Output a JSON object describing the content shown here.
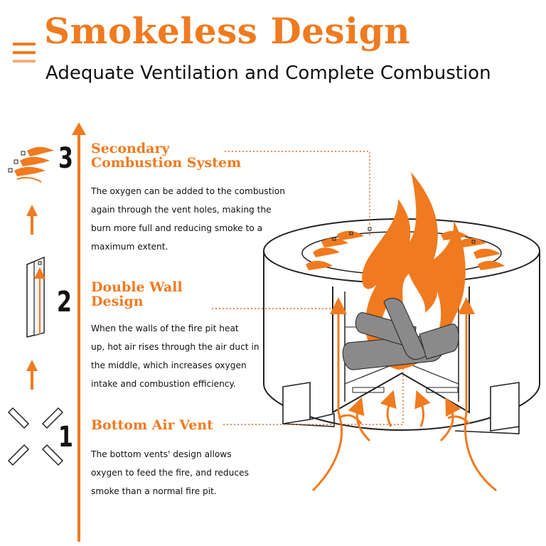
{
  "colors": {
    "accent": "#f07a1f",
    "outline": "#222222",
    "log": "#8a8a8a"
  },
  "header": {
    "title": "Smokeless Design",
    "subtitle": "Adequate Ventilation and Complete Combustion",
    "menu_icon": "menu-lines-icon"
  },
  "features": [
    {
      "number": "3",
      "heading_line1": "Secondary",
      "heading_line2": "Combustion System",
      "desc_lines": [
        "The oxygen can be added to the combustion",
        "again through the vent holes, making the",
        "burn more full and reducing smoke to a",
        "maximum extent."
      ],
      "icon": "flame-vents-icon"
    },
    {
      "number": "2",
      "heading_line1": "Double Wall",
      "heading_line2": "Design",
      "desc_lines": [
        "When the walls of the fire pit heat",
        "up, hot air rises through the air duct in",
        "the middle, which increases oxygen",
        "intake and combustion efficiency."
      ],
      "icon": "double-wall-panel-icon"
    },
    {
      "number": "1",
      "heading_line1": "Bottom Air Vent",
      "desc_lines": [
        "The bottom vents' design allows",
        "oxygen to feed the fire, and reduces",
        "smoke than a normal fire pit."
      ],
      "icon": "bottom-vent-icon"
    }
  ]
}
